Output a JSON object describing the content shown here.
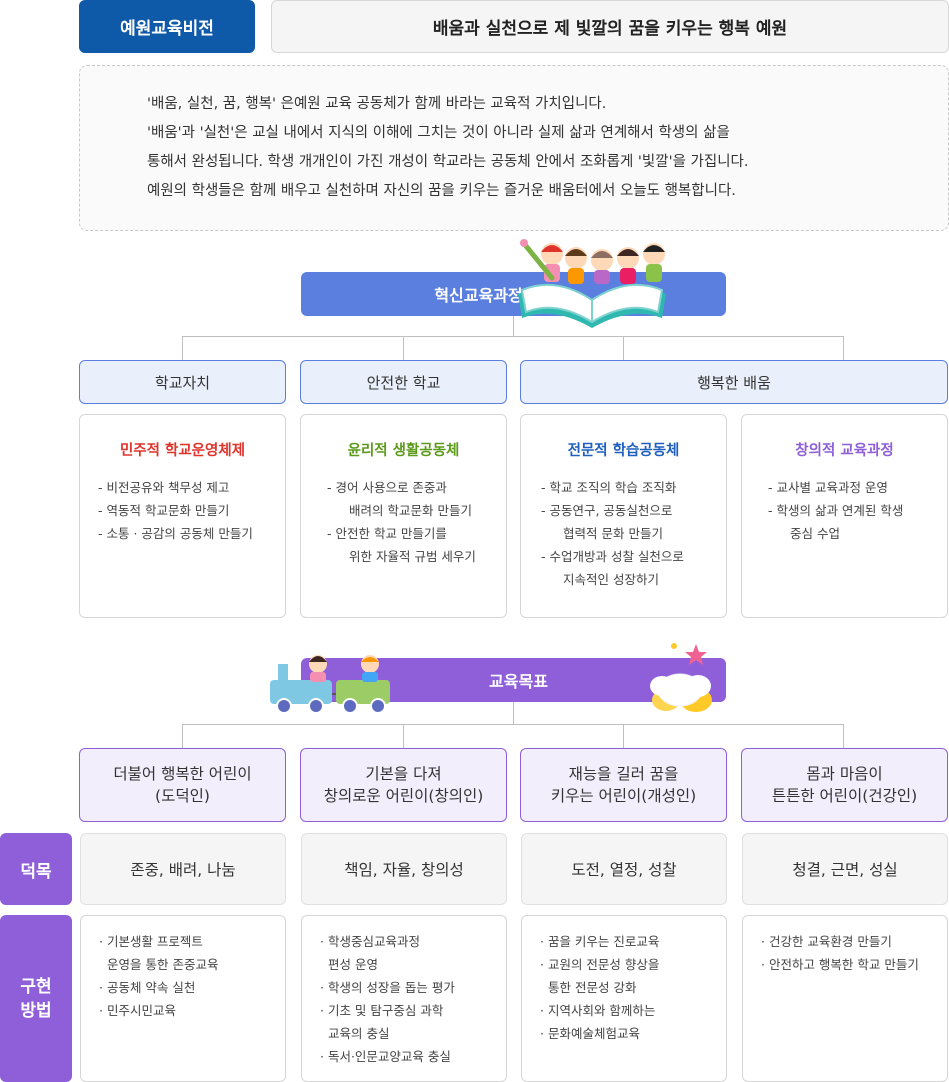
{
  "vision": {
    "tag": "예원교육비전",
    "slogan": "배움과 실천으로 제 빛깔의 꿈을 키우는 행복 예원"
  },
  "intro": {
    "lines": [
      "'배움, 실천, 꿈, 행복' 은예원 교육 공동체가 함께 바라는 교육적 가치입니다.",
      "'배움'과 '실천'은 교실 내에서 지식의 이해에 그치는 것이 아니라 실제 삶과 연계해서 학생의 삶을",
      "통해서 완성됩니다. 학생 개개인이 가진 개성이 학교라는 공동체 안에서 조화롭게 '빛깔'을 가집니다.",
      "예원의 학생들은 함께 배우고 실천하며 자신의 꿈을 키우는 즐거운 배움터에서 오늘도 행복합니다."
    ]
  },
  "curriculum": {
    "title": "혁신교육과정",
    "categories": [
      "학교자치",
      "안전한 학교",
      "행복한 배움"
    ],
    "cards": [
      {
        "title": "민주적 학교운영체제",
        "color": "#e0332b",
        "items": [
          [
            "- 비전공유와 책무성 제고"
          ],
          [
            "- 역동적 학교문화 만들기"
          ],
          [
            "- 소통 · 공감의 공동체 만들기"
          ]
        ]
      },
      {
        "title": "윤리적 생활공동체",
        "color": "#5c9a1b",
        "items": [
          [
            "- 경어 사용으로 존중과",
            "배려의 학교문화 만들기"
          ],
          [
            "- 안전한 학교 만들기를",
            "위한 자율적 규범 세우기"
          ]
        ]
      },
      {
        "title": "전문적 학습공동체",
        "color": "#1f5fbf",
        "items": [
          [
            "- 학교 조직의 학습 조직화"
          ],
          [
            "- 공동연구, 공동실천으로",
            "협력적 문화 만들기"
          ],
          [
            "- 수업개방과 성찰 실천으로",
            "지속적인 성장하기"
          ]
        ]
      },
      {
        "title": "창의적 교육과정",
        "color": "#8e5fd9",
        "items": [
          [
            "- 교사별 교육과정 운영"
          ],
          [
            "- 학생의 삶과 연계된 학생",
            "중심 수업"
          ]
        ]
      }
    ]
  },
  "goals": {
    "title": "교육목표",
    "items": [
      [
        "더불어 행복한 어린이",
        "(도덕인)"
      ],
      [
        "기본을 다져",
        "창의로운 어린이(창의인)"
      ],
      [
        "재능을 길러 꿈을",
        "키우는 어린이(개성인)"
      ],
      [
        "몸과 마음이",
        "튼튼한 어린이(건강인)"
      ]
    ]
  },
  "virtues": {
    "label": "덕목",
    "items": [
      "존중, 배려, 나눔",
      "책임, 자율, 창의성",
      "도전, 열정, 성찰",
      "청결, 근면, 성실"
    ]
  },
  "methods": {
    "label_1": "구현",
    "label_2": "방법",
    "columns": [
      [
        [
          "· 기본생활 프로젝트",
          "운영을 통한 존중교육"
        ],
        [
          "· 공동체 약속 실천"
        ],
        [
          "· 민주시민교육"
        ]
      ],
      [
        [
          "· 학생중심교육과정",
          "편성 운영"
        ],
        [
          "· 학생의 성장을 돕는 평가"
        ],
        [
          "· 기초 및 탐구중심 과학",
          "교육의 충실"
        ],
        [
          "· 독서·인문교양교육 충실"
        ]
      ],
      [
        [
          "· 꿈을 키우는 진로교육"
        ],
        [
          "· 교원의 전문성 향상을",
          "통한 전문성 강화"
        ],
        [
          "· 지역사회와 함께하는"
        ],
        [
          "· 문화예술체험교육"
        ]
      ],
      [
        [
          "· 건강한 교육환경 만들기"
        ],
        [
          "· 안전하고 행복한 학교 만들기"
        ]
      ]
    ]
  },
  "colors": {
    "vision_blue": "#0f5aa8",
    "curriculum_blue": "#5b7fdf",
    "goal_purple": "#8e5fd9"
  },
  "icons": {
    "curriculum_illustration": "book-with-children-icon",
    "goal_illustration": "toy-train-children-icon",
    "cloud_illustration": "cloud-star-icon"
  }
}
